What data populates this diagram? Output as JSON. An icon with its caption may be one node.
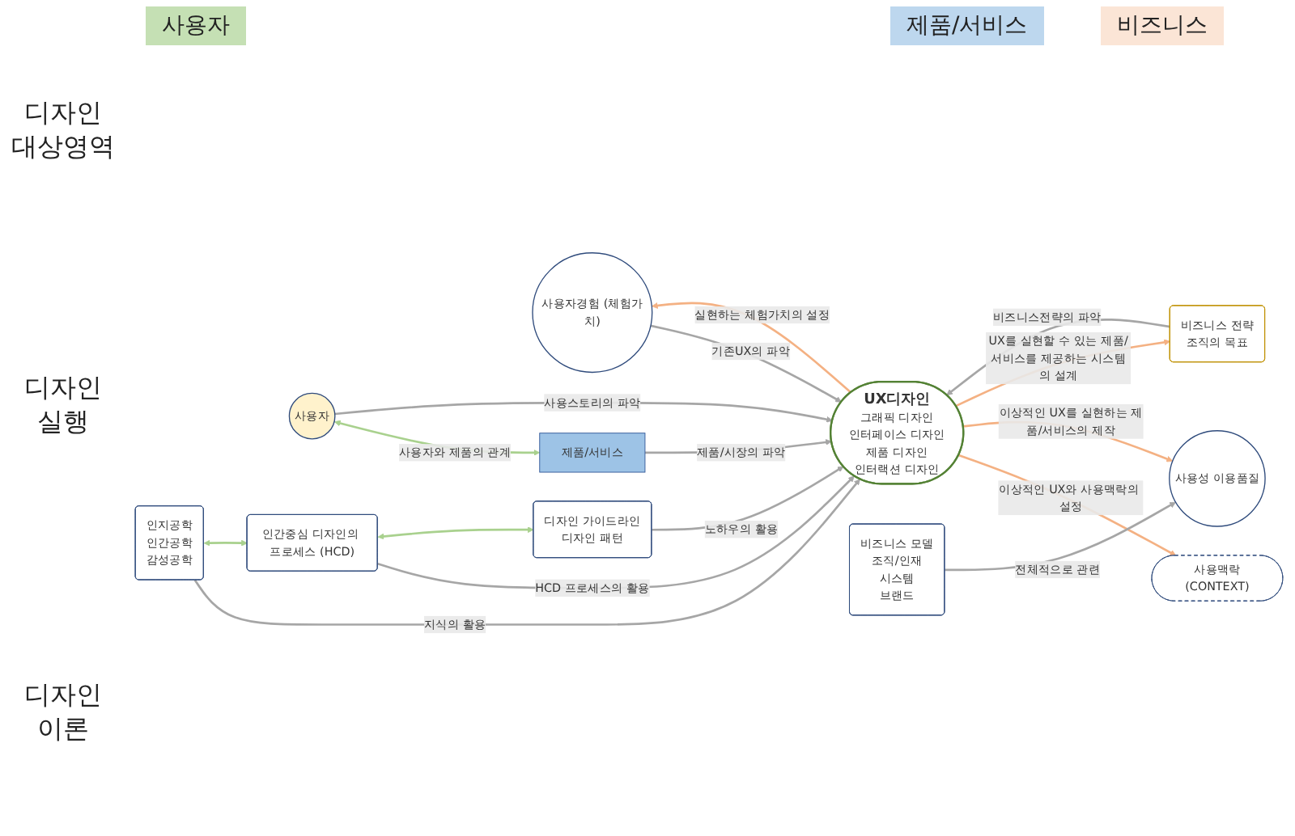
{
  "diagram": {
    "nodes": [
      {
        "text": [
          "사용자경험 (체험가치)"
        ]
      },
      {
        "text": [
          "사용자"
        ]
      },
      {
        "text": [
          "사용맥락(CONTEXT)"
        ]
      },
      {
        "text": [
          "제품/서비스"
        ]
      },
      {
        "text": [
          "사용성 이용품질"
        ]
      },
      {
        "text": [
          "UX디자인",
          "그래픽 디자인",
          "인터페이스 디자인",
          "제품 디자인",
          "인터랙션 디자인"
        ]
      },
      {
        "text": [
          "비즈니스 모델",
          "조직/인재",
          "시스템",
          "브랜드"
        ]
      },
      {
        "text": [
          "비즈니스 전략",
          "조직의 목표"
        ]
      },
      {
        "text": [
          "인지공학",
          "인간공학",
          "감성공학"
        ]
      },
      {
        "text": [
          "인간중심 디자인의 프로세스 (HCD)"
        ]
      },
      {
        "text": [
          "디자인 가이드라인",
          "디자인 패턴"
        ]
      }
    ],
    "edges": [
      {
        "from": 1,
        "to": 3,
        "arrow": "both",
        "label": "사용자와 제품의 관계",
        "color": "#a9d18e"
      },
      {
        "from": 1,
        "to": 5,
        "arrow": "to",
        "label": "사용스토리의 파악"
      },
      {
        "from": 0,
        "to": 5,
        "arrow": "to",
        "label": "기존UX의 파악"
      },
      {
        "from": 5,
        "to": 2,
        "arrow": "to",
        "label": "이상적인 UX와 사용맥락의 설정",
        "color": "#f4b183"
      },
      {
        "from": 3,
        "to": 5,
        "arrow": "to",
        "label": "제품/시장의 파악"
      },
      {
        "from": 5,
        "to": 0,
        "arrow": "to",
        "label": "실현하는 체험가치의 설정",
        "color": "#f4b183"
      },
      {
        "from": 5,
        "to": 4,
        "arrow": "to",
        "label": "이상적인 UX를 실현하는 제품/서비스의 제작",
        "color": "#f4b183"
      },
      {
        "from": 5,
        "to": 7,
        "arrow": "to",
        "label": "UX를 실현할 수 있는 제품/서비스를 제공하는 시스템의 설계",
        "color": "#f4b183"
      },
      {
        "from": 6,
        "to": 4,
        "arrow": "to",
        "label": "전체적으로 관련"
      },
      {
        "from": 7,
        "to": 5,
        "arrow": "to",
        "label": "비즈니스전략의 파악"
      },
      {
        "from": 8,
        "to": 5,
        "arrow": "to",
        "label": "지식의 활용"
      },
      {
        "from": 9,
        "to": 5,
        "arrow": "to",
        "label": "HCD 프로세스의 활용"
      },
      {
        "from": 10,
        "to": 5,
        "arrow": "to",
        "label": "노하우의 활용"
      },
      {
        "from": 8,
        "to": 9,
        "arrow": "both",
        "color": "#a9d18e"
      },
      {
        "from": 9,
        "to": 10,
        "arrow": "both",
        "color": "#a9d18e"
      }
    ],
    "labels": [
      "사용자",
      "제품/서비스",
      "비즈니스",
      "디자인 대상영역",
      "디자인 실행",
      "디자인 이론"
    ]
  }
}
